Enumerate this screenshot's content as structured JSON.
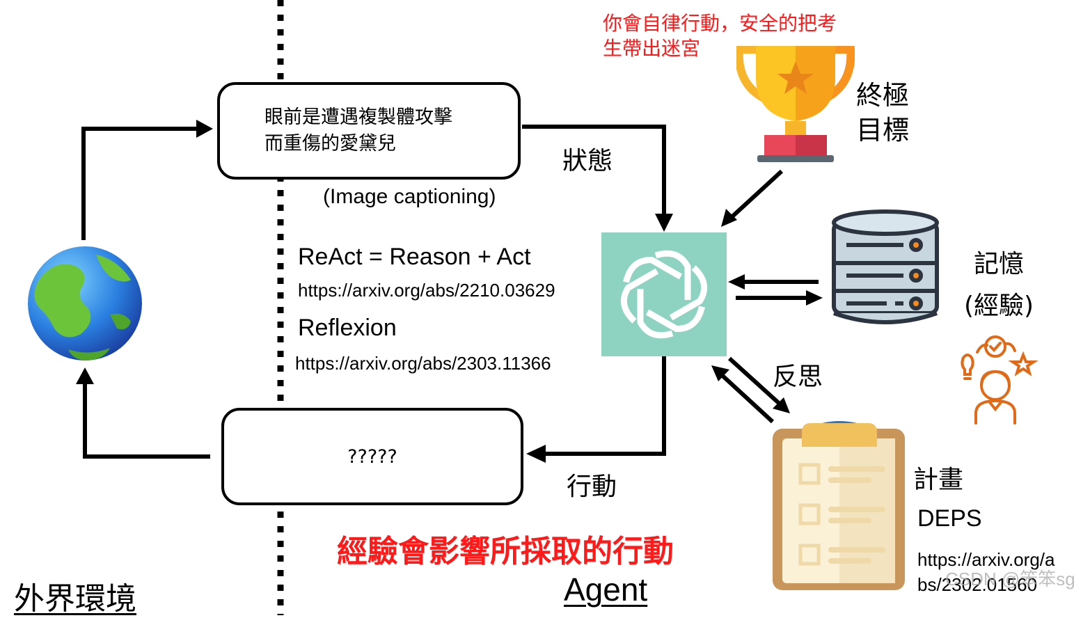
{
  "goal_note": "你會自律行動，安全的把考\n生帶出迷宮",
  "goal_label": "終極\n目標",
  "observation_box": "眼前是遭遇複製體攻擊\n而重傷的愛黛兒",
  "image_captioning": "(Image captioning)",
  "state_label": "狀態",
  "react": {
    "title": "ReAct = Reason + Act",
    "url": "https://arxiv.org/abs/2210.03629"
  },
  "reflexion": {
    "title": "Reflexion",
    "url": "https://arxiv.org/abs/2303.11366"
  },
  "memory_label": "記憶\n(經驗)",
  "reflect_label": "反思",
  "action_box": "?????",
  "action_label": "行動",
  "plan_label": "計畫",
  "deps": {
    "title": "DEPS",
    "url": "https://arxiv.org/a\nbs/2302.01560"
  },
  "experience_note": "經驗會影響所採取的行動",
  "environment_label": "外界環境",
  "agent_label": "Agent",
  "watermark": "CSDN @笨笨sg",
  "colors": {
    "red_text": "#ff1a1a",
    "agent_tile": "#8ed3c1",
    "trophy_gold": "#f7b52c",
    "icon_orange": "#e06a17"
  }
}
